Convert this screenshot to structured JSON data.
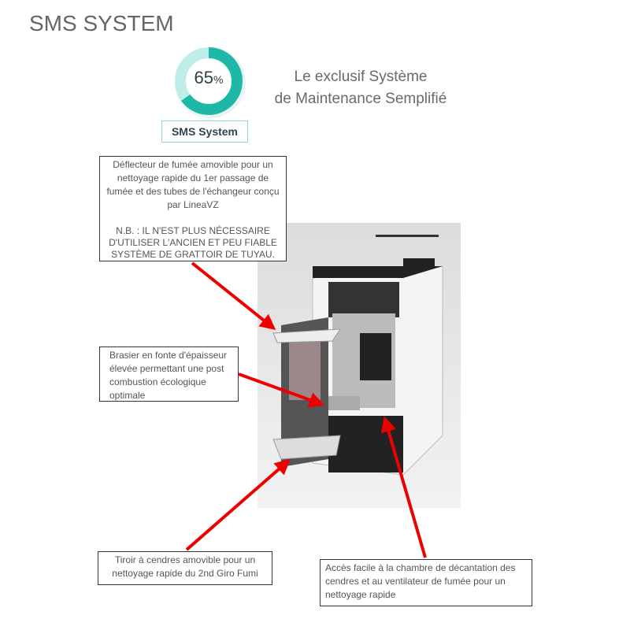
{
  "title": "SMS SYSTEM",
  "logo": {
    "percent": "65",
    "percent_sign": "%",
    "value": 65,
    "label": "SMS System",
    "accent": "#1fb8a6",
    "light": "#bfeee8"
  },
  "tagline": {
    "line1": "Le exclusif Système",
    "line2": "de Maintenance Semplifié"
  },
  "callouts": {
    "deflector": {
      "line1": "Déflecteur de fumée amovible pour un nettoyage rapide du 1er passage de fumée et des tubes de l'échangeur conçu par LineaVZ",
      "line2": "N.B. : IL N'EST PLUS NÉCESSAIRE D'UTILISER L'ANCIEN ET PEU FIABLE SYSTÈME DE GRATTOIR DE TUYAU."
    },
    "brasier": "Brasier en fonte d'épaisseur élevée permettant une post combustion écologique optimale",
    "drawer": "Tiroir à cendres amovible pour un nettoyage rapide du 2nd Giro Fumi",
    "chamber": "Accès facile à la chambre de décantation des cendres et au ventilateur de fumée pour un nettoyage rapide"
  },
  "arrow_color": "#ee0000"
}
